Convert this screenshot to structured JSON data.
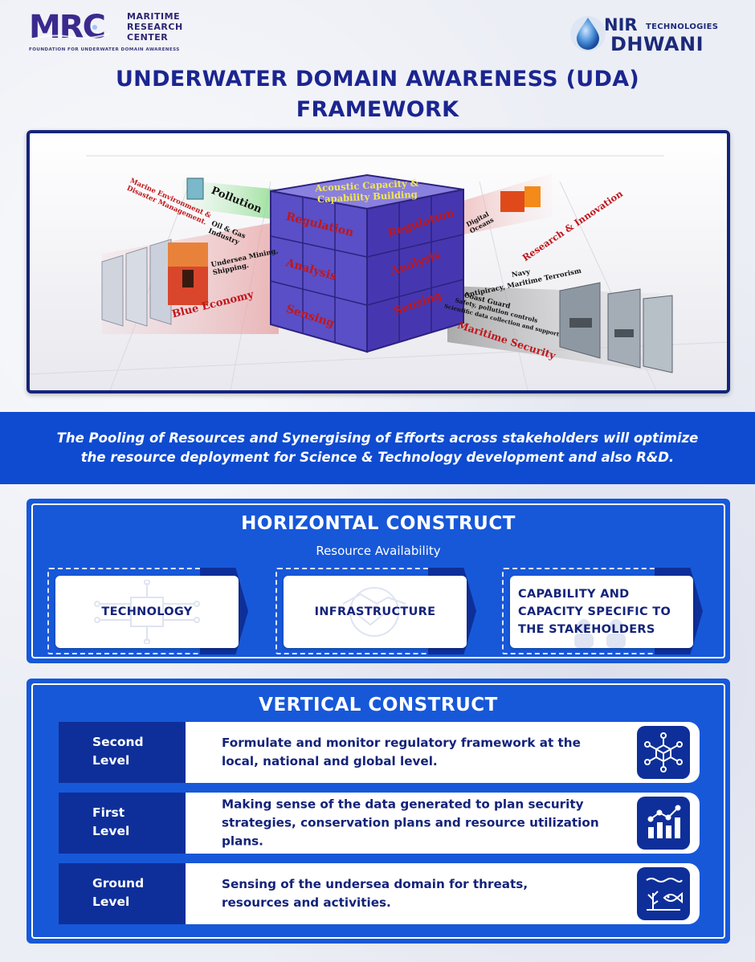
{
  "header": {
    "mrc_letters": "MRC",
    "mrc_name_lines": [
      "MARITIME",
      "RESEARCH",
      "CENTER"
    ],
    "mrc_tagline": "FOUNDATION FOR UNDERWATER DOMAIN AWARENESS",
    "nd_nir": "NIR",
    "nd_tech": "TECHNOLOGIES",
    "nd_dhwani": "DHWANI"
  },
  "title_lines": [
    "UNDERWATER DOMAIN AWARENESS (UDA)",
    "FRAMEWORK"
  ],
  "framework": {
    "cube_top": "Acoustic Capacity & Capability Building",
    "left_face": [
      "Regulation",
      "Analysis",
      "Sensing"
    ],
    "right_face": [
      "Regulation",
      "Analysis",
      "Sensing"
    ],
    "pollution": "Pollution",
    "marine_env": "Marine Environment & Disaster Management.",
    "oil_gas": "Oil & Gas Industry",
    "undersea": "Undersea Mining, Shipping.",
    "blue_economy": "Blue Economy",
    "digital_oceans": "Digital Oceans",
    "research": "Research & Innovation",
    "navy": "Navy",
    "antipiracy": "Antipiracy, Maritime Terrorism",
    "coast_guard": "Coast Guard",
    "safety": "Safety, pollution controls",
    "scientific": "Scientific data collection and support",
    "maritime_security": "Maritime Security"
  },
  "banner_lines": [
    "The Pooling of Resources and Synergising of Efforts across stakeholders will optimize",
    "the resource deployment for Science & Technology development and also R&D."
  ],
  "horizontal": {
    "title": "HORIZONTAL CONSTRUCT",
    "subtitle": "Resource Availability",
    "cards": [
      {
        "label": "TECHNOLOGY"
      },
      {
        "label": "INFRASTRUCTURE"
      },
      {
        "label_lines": [
          "CAPABILITY AND",
          "CAPACITY SPECIFIC TO",
          "THE STAKEHOLDERS"
        ]
      }
    ]
  },
  "vertical": {
    "title": "VERTICAL CONSTRUCT",
    "rows": [
      {
        "level_lines": [
          "Second",
          "Level"
        ],
        "text": "Formulate and monitor regulatory framework at the local, national and global level.",
        "icon": "network-cube-icon"
      },
      {
        "level_lines": [
          "First",
          "Level"
        ],
        "text": "Making sense of the data generated to plan security strategies, conservation plans and resource utilization plans.",
        "icon": "bar-chart-icon"
      },
      {
        "level_lines": [
          "Ground",
          "Level"
        ],
        "text": "Sensing of the undersea domain for threats, resources and activities.",
        "icon": "undersea-fish-icon"
      }
    ]
  },
  "colors": {
    "navy": "#0e2f99",
    "royal_blue": "#1758d9",
    "banner_blue": "#0f4bd0",
    "title_blue": "#1b2590",
    "cube_purple": "#5b4fc4",
    "label_red": "#c0161b"
  }
}
